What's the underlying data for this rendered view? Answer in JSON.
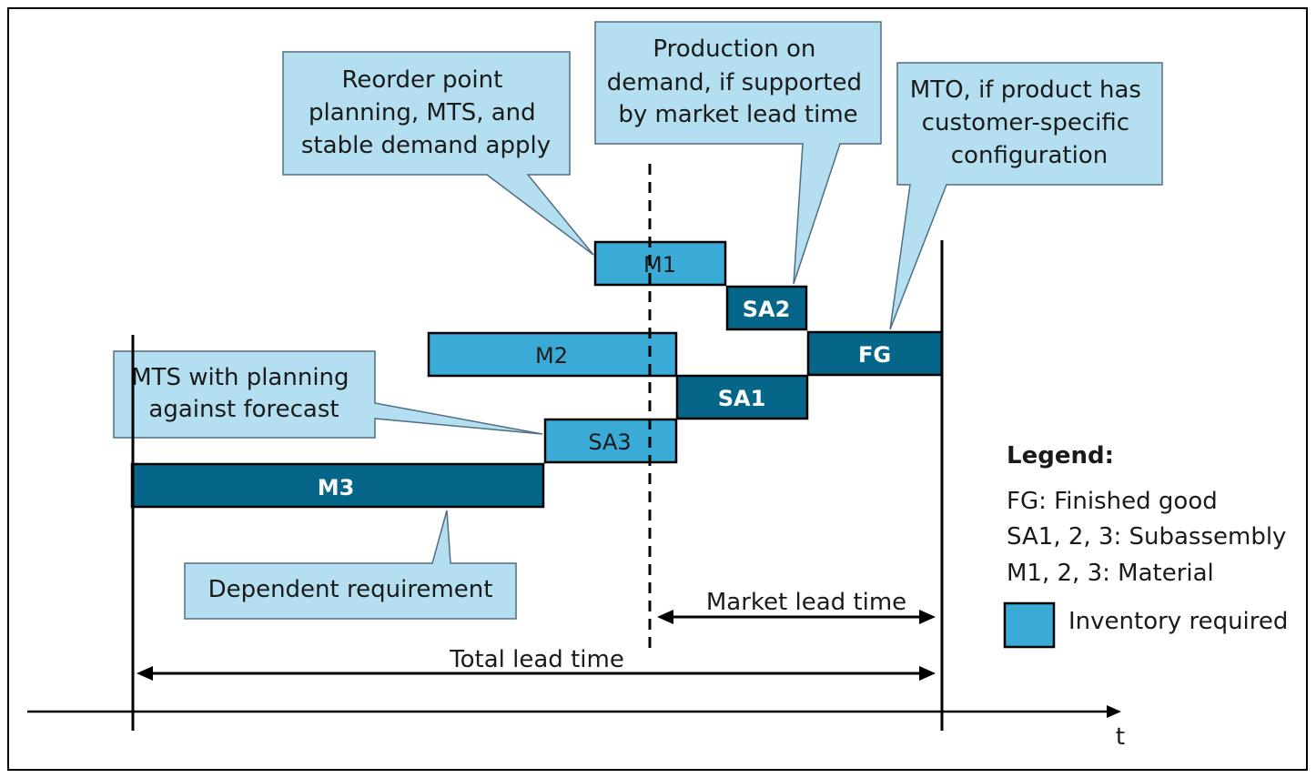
{
  "callouts": {
    "reorder": "Reorder point planning, MTS, and stable demand apply",
    "reorder_lines": [
      "Reorder point",
      "planning, MTS, and",
      "stable demand apply"
    ],
    "production": "Production on demand, if supported by market lead time",
    "production_lines": [
      "Production on",
      "demand, if supported",
      "by market lead time"
    ],
    "mto": "MTO, if product has customer-specific configuration",
    "mto_lines": [
      "MTO, if product has",
      "customer-specific",
      "configuration"
    ],
    "mts_forecast": "MTS with planning against forecast",
    "mts_forecast_lines": [
      "MTS with planning",
      "against forecast"
    ],
    "dependent": "Dependent requirement"
  },
  "bars": {
    "m1": "M1",
    "sa2": "SA2",
    "fg": "FG",
    "m2": "M2",
    "sa1": "SA1",
    "sa3": "SA3",
    "m3": "M3"
  },
  "timeline": {
    "market_lead_time": "Market lead time",
    "total_lead_time": "Total lead time",
    "axis_label": "t"
  },
  "legend": {
    "title": "Legend:",
    "fg": "FG: Finished good",
    "sa": "SA1, 2, 3: Subassembly",
    "m": "M1, 2, 3: Material",
    "inventory": "Inventory required"
  },
  "colors": {
    "inventory_bar": "#3aabd6",
    "dark_bar": "#056689",
    "callout_fill": "#b4dff0",
    "callout_stroke": "#4f6f80"
  }
}
